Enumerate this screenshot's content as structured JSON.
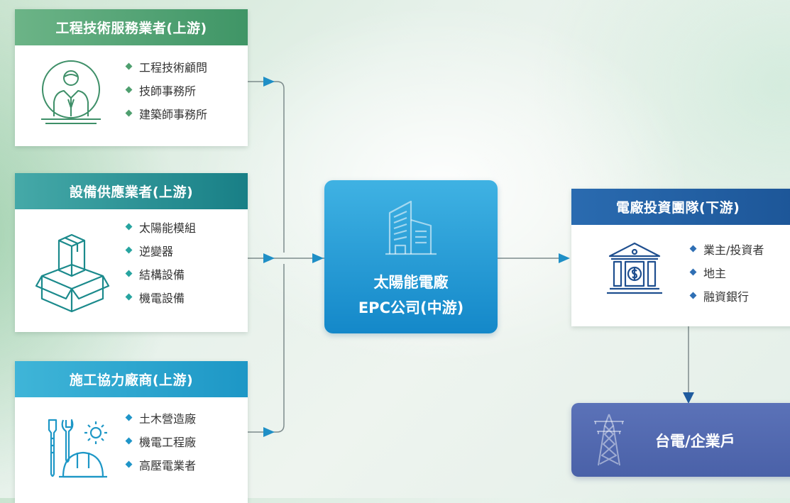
{
  "upstream_engineering": {
    "title": "工程技術服務業者(上游)",
    "icon": "consultant-icon",
    "items": [
      "工程技術顧問",
      "技師事務所",
      "建築師事務所"
    ]
  },
  "upstream_equipment": {
    "title": "設備供應業者(上游)",
    "icon": "boxes-icon",
    "items": [
      "太陽能模組",
      "逆變器",
      "結構設備",
      "機電設備"
    ]
  },
  "upstream_construction": {
    "title": "施工協力廠商(上游)",
    "icon": "tools-helmet-icon",
    "items": [
      "土木營造廠",
      "機電工程廠",
      "高壓電業者"
    ]
  },
  "midstream": {
    "line1": "太陽能電廠",
    "line2": "EPC公司(中游)",
    "icon": "building-icon"
  },
  "downstream": {
    "title": "電廠投資團隊(下游)",
    "icon": "bank-icon",
    "items": [
      "業主/投資者",
      "地主",
      "融資銀行"
    ]
  },
  "grid_customer": {
    "label": "台電/企業戶",
    "icon": "transmission-tower-icon"
  },
  "colors": {
    "green_head": "#4e9f6f",
    "teal_head": "#1f8f90",
    "blue_head": "#2aa5cf",
    "navy_head": "#1f5b9e",
    "epc_blue": "#1f95d2",
    "grid_purple": "#5168ad",
    "connector_gray": "#7d8b8c"
  }
}
